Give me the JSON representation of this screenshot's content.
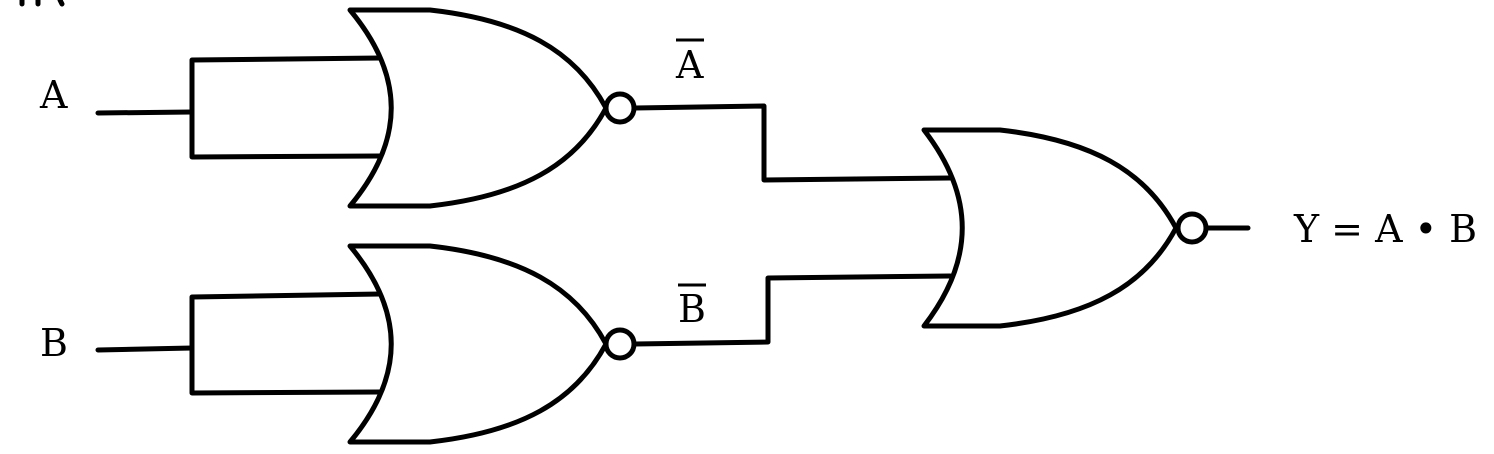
{
  "diagram": {
    "input_a_label": "A",
    "input_b_label": "B",
    "not_a_label": "A",
    "not_b_label": "B",
    "output_label": "Y = A • B"
  },
  "colors": {
    "stroke": "#000000",
    "background": "#ffffff"
  }
}
